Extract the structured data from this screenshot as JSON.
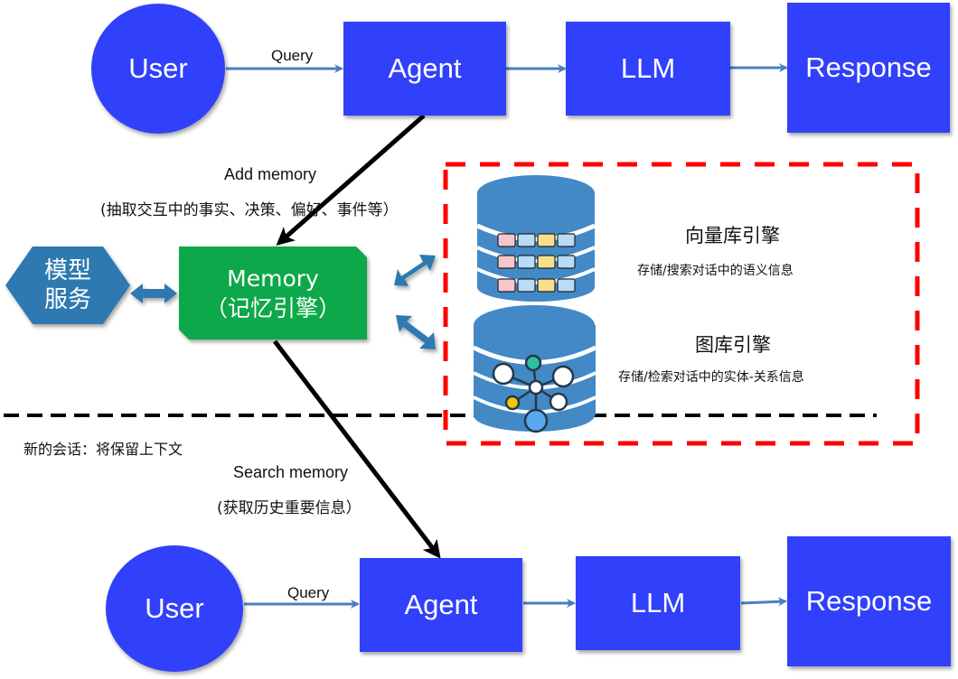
{
  "top_flow": {
    "user": "User",
    "query": "Query",
    "agent": "Agent",
    "llm": "LLM",
    "response": "Response"
  },
  "bottom_flow": {
    "user": "User",
    "query": "Query",
    "agent": "Agent",
    "llm": "LLM",
    "response": "Response"
  },
  "add_memory": {
    "title": "Add memory",
    "detail": "(抽取交互中的事实、决策、偏好、事件等）"
  },
  "search_memory": {
    "title": "Search memory",
    "detail": "(获取历史重要信息）"
  },
  "model_service": {
    "line1": "模型",
    "line2": "服务"
  },
  "memory_engine": {
    "line1": "Memory",
    "line2": "（记忆引擎）"
  },
  "vector_engine": {
    "title": "向量库引擎",
    "desc": "存储/搜索对话中的语义信息"
  },
  "graph_engine": {
    "title": "图库引擎",
    "desc": "存储/检索对话中的实体-关系信息"
  },
  "new_session_note": "新的会话：将保留上下文",
  "colors": {
    "node_blue": "#3140fb",
    "memory_green": "#0ba84a",
    "hex_blue": "#2f79b0",
    "db_blue": "#4289c6",
    "dashed_red": "#ff0000",
    "arrow_blue": "#4a7fc0"
  }
}
